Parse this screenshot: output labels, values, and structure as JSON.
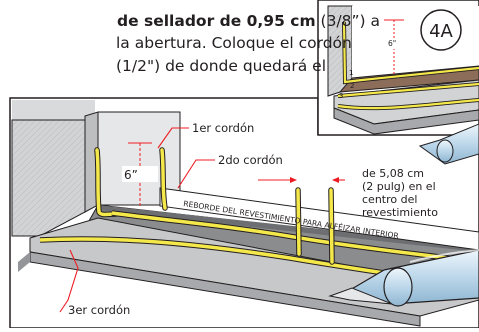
{
  "instructions": {
    "line1_bold": "de sellador de 0,95 cm",
    "line1_rest": " (3/8”) a",
    "line2": "la abertura. Coloque el cordón",
    "line3": "(1/2\") de donde quedará el"
  },
  "inset": {
    "step_badge": "4A",
    "dimension": "6\"",
    "bead_numbers": [
      "1",
      "2",
      "3"
    ]
  },
  "main": {
    "dimension": "6”",
    "bead_labels": [
      "1er cordón",
      "2do cordón",
      "3er cordón"
    ],
    "center_note": [
      "de 5,08 cm",
      "(2 pulg) en el",
      "centro del",
      "revestimiento"
    ],
    "flashing_label": "REBORDE DEL REVESTIMIENTO PARA ALFÉIZAR INTERIOR"
  },
  "colors": {
    "sealant": "#f5e84a",
    "metal": "#a7a9ac",
    "wall": "#e6e7e8",
    "outline": "#231f20",
    "pointer": "#ed1c24",
    "nozzle": "#cfe3f0"
  }
}
